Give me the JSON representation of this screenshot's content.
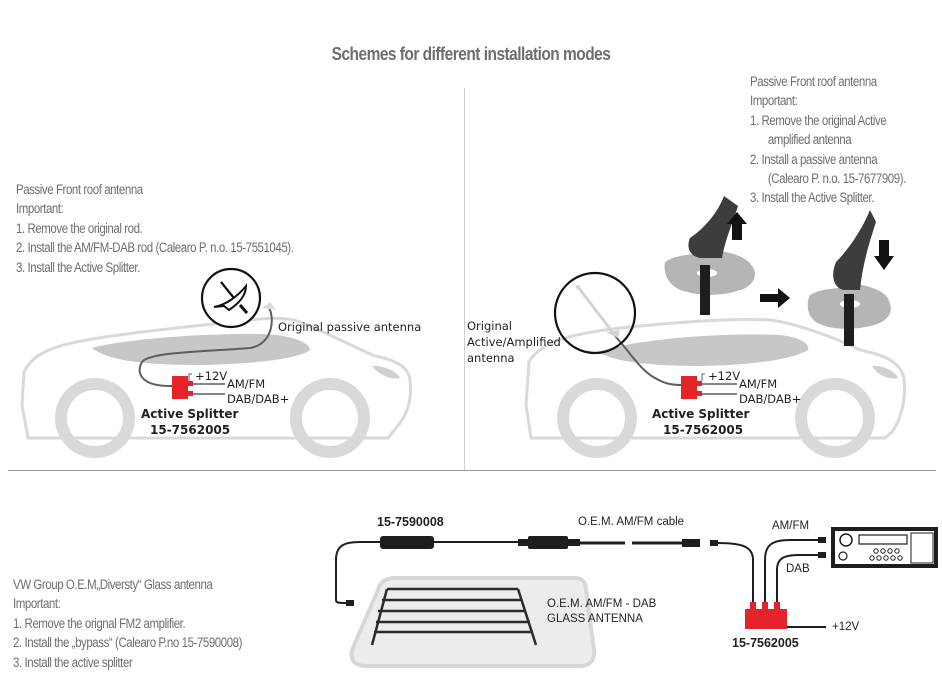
{
  "title": "Schemes for different installation modes",
  "colors": {
    "text_gray": "#6d6e70",
    "splitter_red": "#e5232a",
    "car_outline": "#d9d9d9",
    "glass_gray": "#b3b3b3"
  },
  "scheme_left": {
    "notes": [
      "Passive Front roof antenna",
      "Important:",
      "1. Remove the original rod.",
      "2. Install the AM/FM-DAB rod (Calearo P. n.o. 15-7551045).",
      "3. Install the Active Splitter."
    ],
    "antenna_label": "Original passive antenna",
    "power_label": "+12V",
    "output_amfm": "AM/FM",
    "output_dab": "DAB/DAB+",
    "splitter_name": "Active Splitter",
    "splitter_part": "15-7562005"
  },
  "scheme_right": {
    "notes": [
      "Passive Front roof antenna",
      "Important:",
      "1.  Remove the original Active",
      "amplified antenna",
      "2.  Install a passive antenna",
      "(Calearo P. n.o. 15-7677909).",
      "3.  Install the Active Splitter."
    ],
    "antenna_label": [
      "Original",
      "Active/Amplified",
      "antenna"
    ],
    "power_label": "+12V",
    "output_amfm": "AM/FM",
    "output_dab": "DAB/DAB+",
    "splitter_name": "Active Splitter",
    "splitter_part": "15-7562005"
  },
  "scheme_bottom": {
    "notes": [
      "VW Group O.E.M„Diversty“ Glass antenna",
      "Important:",
      "1. Remove the orignal FM2 amplifier.",
      "2. Install the „bypass“ (Calearo P.no 15-7590008)",
      "3. Install the active splitter"
    ],
    "bypass_part": "15-7590008",
    "cable_label": "O.E.M. AM/FM cable",
    "glass_label": [
      "O.E.M. AM/FM - DAB",
      "GLASS ANTENNA"
    ],
    "output_amfm": "AM/FM",
    "output_dab": "DAB",
    "power_label": "+12V",
    "splitter_part": "15-7562005"
  }
}
